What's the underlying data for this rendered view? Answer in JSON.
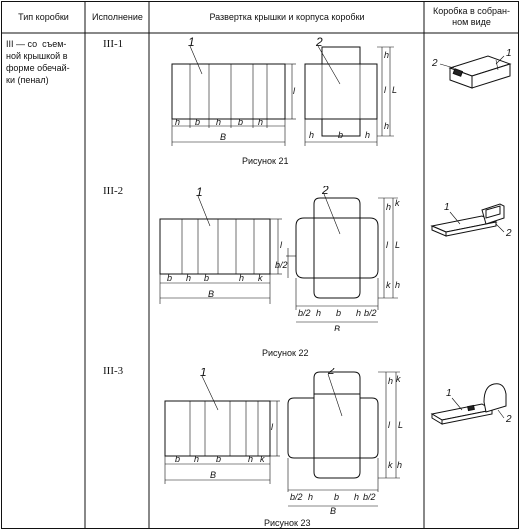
{
  "headers": {
    "col1": "Тип коробки",
    "col2": "Исполнение",
    "col3": "Развертка крышки и корпуса коробки",
    "col4_l1": "Коробка в собран-",
    "col4_l2": "ном виде"
  },
  "box_type": {
    "l1": "III — со  съем-",
    "l2": "ной крышкой в",
    "l3": "форме обечай-",
    "l4": "ки (пенал)"
  },
  "variants": [
    {
      "label": "III-1",
      "caption": "Рисунок  21"
    },
    {
      "label": "III-2",
      "caption": "Рисунок 22"
    },
    {
      "label": "III-3",
      "caption": "Рисунок 23"
    }
  ],
  "labels": {
    "n1": "1",
    "n2": "2",
    "h1": "h",
    "h1s": "1",
    "b1": "b",
    "b1s": "1",
    "B1": "B",
    "B1s": "1",
    "l1": "l",
    "l1s": "1",
    "h": "h",
    "b": "b",
    "l": "l",
    "L": "L",
    "k": "k",
    "B": "B",
    "b2": "b/2"
  },
  "colors": {
    "line": "#111111",
    "bg": "#ffffff"
  }
}
